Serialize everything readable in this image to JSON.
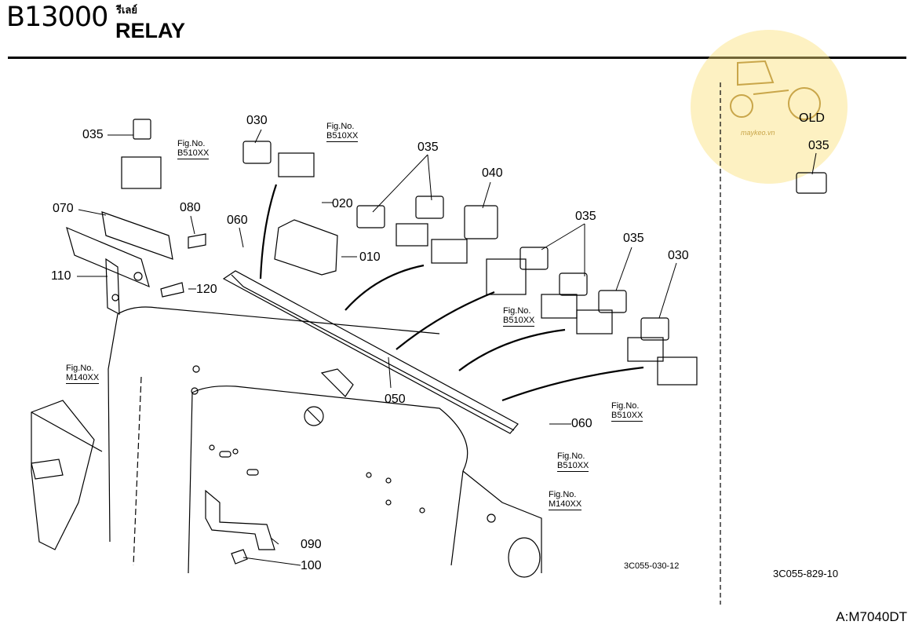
{
  "header": {
    "code": "B13000",
    "title_thai": "รีเลย์",
    "title": "RELAY"
  },
  "part_labels": {
    "p035_top": "035",
    "p070": "070",
    "p080": "080",
    "p110": "110",
    "p120": "120",
    "p030_left": "030",
    "p020": "020",
    "p060_left": "060",
    "p010": "010",
    "p035_mid": "035",
    "p040": "040",
    "p035_right_a": "035",
    "p035_right_b": "035",
    "p030_right": "030",
    "p050": "050",
    "p060_right": "060",
    "p090": "090",
    "p100": "100"
  },
  "fig_refs": {
    "r1": {
      "prefix": "Fig.No.",
      "ref": "B510XX"
    },
    "r2": {
      "prefix": "Fig.No.",
      "ref": "B510XX"
    },
    "r3": {
      "prefix": "Fig.No.",
      "ref": "B510XX"
    },
    "r4": {
      "prefix": "Fig.No.",
      "ref": "B510XX"
    },
    "r5": {
      "prefix": "Fig.No.",
      "ref": "B510XX"
    },
    "r6": {
      "prefix": "Fig.No.",
      "ref": "M140XX"
    },
    "r7": {
      "prefix": "Fig.No.",
      "ref": "M140XX"
    }
  },
  "side_panel": {
    "old_label": "OLD",
    "part": "035",
    "drawing_code": "3C055-829-10"
  },
  "drawing_code": "3C055-030-12",
  "page_code": "A:M7040DT",
  "watermark": {
    "text": "maykeo.vn",
    "color": "#f5d96a"
  }
}
